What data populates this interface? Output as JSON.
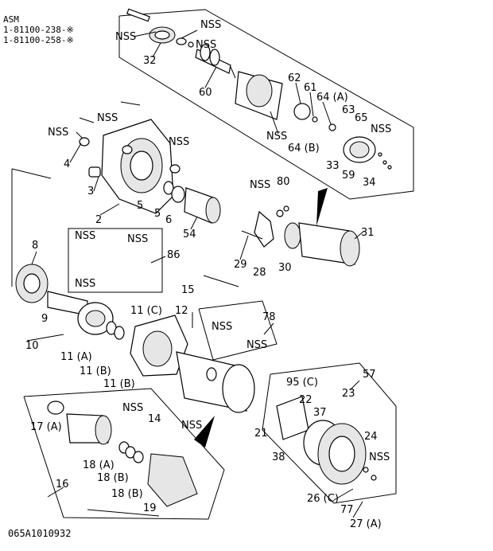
{
  "header": {
    "asm_label": "ASM",
    "asm_numbers": [
      "1-81100-238-※",
      "1-81100-258-※"
    ]
  },
  "footer": {
    "diagram_code": "065A1010932"
  },
  "callouts": {
    "nss_32": "NSS",
    "nss_top_a": "NSS",
    "nss_top_b": "NSS",
    "c32": "32",
    "c60": "60",
    "c62": "62",
    "c61": "61",
    "c64a": "64 (A)",
    "c63": "63",
    "c65": "65",
    "nss_65": "NSS",
    "nss_mid": "NSS",
    "c64b": "64 (B)",
    "c33": "33",
    "c59": "59",
    "c34": "34",
    "nss_4": "NSS",
    "nss_bolts": "NSS",
    "c4": "4",
    "nss_housing": "NSS",
    "c3": "3",
    "c2": "2",
    "c5a": "5",
    "c5b": "5",
    "c6": "6",
    "c54": "54",
    "nss_80": "NSS",
    "c80": "80",
    "c31": "31",
    "c29": "29",
    "c28": "28",
    "c30": "30",
    "c8": "8",
    "nss_86a": "NSS",
    "nss_86b": "NSS",
    "nss_86c": "NSS",
    "c86": "86",
    "c9": "9",
    "c10": "10",
    "c15": "15",
    "c11c": "11 (C)",
    "c12": "12",
    "c78": "78",
    "nss_78a": "NSS",
    "nss_78b": "NSS",
    "c11a": "11 (A)",
    "c11b1": "11 (B)",
    "c11b2": "11 (B)",
    "nss_14a": "NSS",
    "c14": "14",
    "nss_14b": "NSS",
    "c57": "57",
    "c95c": "95 (C)",
    "c22": "22",
    "c23": "23",
    "c37": "37",
    "c21": "21",
    "c24": "24",
    "c38": "38",
    "nss_24": "NSS",
    "c17a": "17 (A)",
    "c18a": "18 (A)",
    "c16": "16",
    "c18b1": "18 (B)",
    "c18b2": "18 (B)",
    "c19": "19",
    "c26c": "26 (C)",
    "c77": "77",
    "c27a": "27 (A)"
  }
}
